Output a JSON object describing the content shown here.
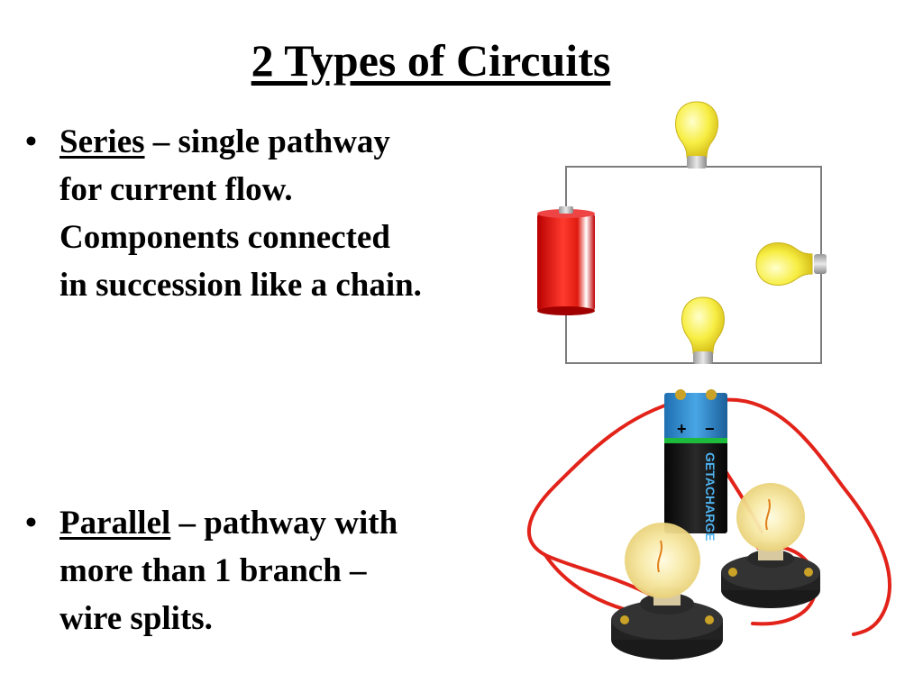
{
  "slide": {
    "title": "2 Types of Circuits",
    "bullets": [
      {
        "marker": "•",
        "term": "Series",
        "lines": [
          " – single pathway",
          "for current flow.",
          "Components connected",
          "in succession like a chain."
        ]
      },
      {
        "marker": "•",
        "term": "Parallel",
        "lines": [
          " – pathway with",
          "more than 1 branch –",
          "wire splits."
        ]
      }
    ],
    "battery_label": {
      "brand": "GETACHARGE",
      "plus": "+",
      "minus": "−"
    }
  }
}
